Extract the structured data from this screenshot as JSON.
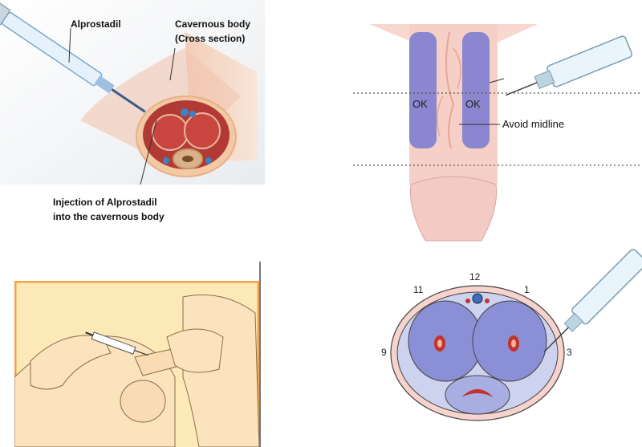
{
  "top_left": {
    "syringe_label": "Alprostadil",
    "body_label_line1": "Cavernous body",
    "body_label_line2": "(Cross section)",
    "caption_line1": "Injection of Alprostadil",
    "caption_line2": "into the cavernous body"
  },
  "top_right": {
    "ok_left": "OK",
    "ok_right": "OK",
    "midline_label": "Avoid midline"
  },
  "bottom_right": {
    "clock_12": "12",
    "clock_11": "11",
    "clock_1": "1",
    "clock_9": "9",
    "clock_3": "3"
  },
  "colors": {
    "cavernous_purple": "#8a86cf",
    "skin_pink": "#f6d3cc",
    "panel_border_orange": "#f3a24a",
    "panel_bg_yellow": "#fbe9b7"
  }
}
